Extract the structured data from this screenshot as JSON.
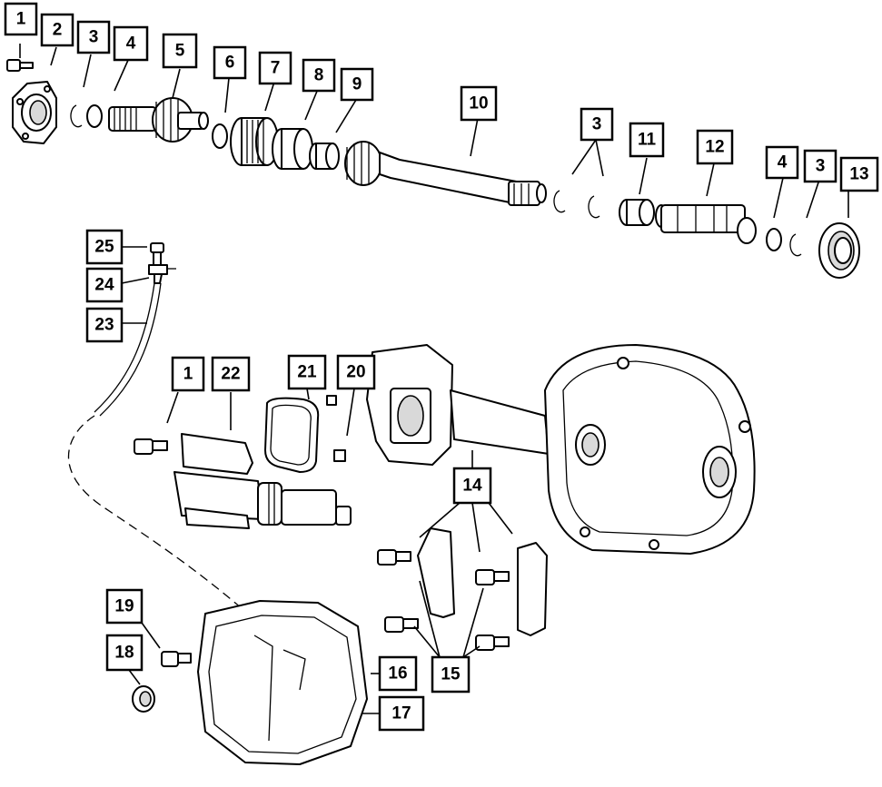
{
  "callouts": [
    {
      "id": "c1a",
      "label": "1"
    },
    {
      "id": "c2",
      "label": "2"
    },
    {
      "id": "c3a",
      "label": "3"
    },
    {
      "id": "c4a",
      "label": "4"
    },
    {
      "id": "c5",
      "label": "5"
    },
    {
      "id": "c6",
      "label": "6"
    },
    {
      "id": "c7",
      "label": "7"
    },
    {
      "id": "c8",
      "label": "8"
    },
    {
      "id": "c9",
      "label": "9"
    },
    {
      "id": "c10",
      "label": "10"
    },
    {
      "id": "c3b",
      "label": "3"
    },
    {
      "id": "c11",
      "label": "11"
    },
    {
      "id": "c12",
      "label": "12"
    },
    {
      "id": "c4b",
      "label": "4"
    },
    {
      "id": "c3c",
      "label": "3"
    },
    {
      "id": "c13",
      "label": "13"
    },
    {
      "id": "c25",
      "label": "25"
    },
    {
      "id": "c24",
      "label": "24"
    },
    {
      "id": "c23",
      "label": "23"
    },
    {
      "id": "c1b",
      "label": "1"
    },
    {
      "id": "c22",
      "label": "22"
    },
    {
      "id": "c21",
      "label": "21"
    },
    {
      "id": "c20",
      "label": "20"
    },
    {
      "id": "c14",
      "label": "14"
    },
    {
      "id": "c19",
      "label": "19"
    },
    {
      "id": "c18",
      "label": "18"
    },
    {
      "id": "c16",
      "label": "16"
    },
    {
      "id": "c15",
      "label": "15"
    },
    {
      "id": "c17",
      "label": "17"
    }
  ]
}
